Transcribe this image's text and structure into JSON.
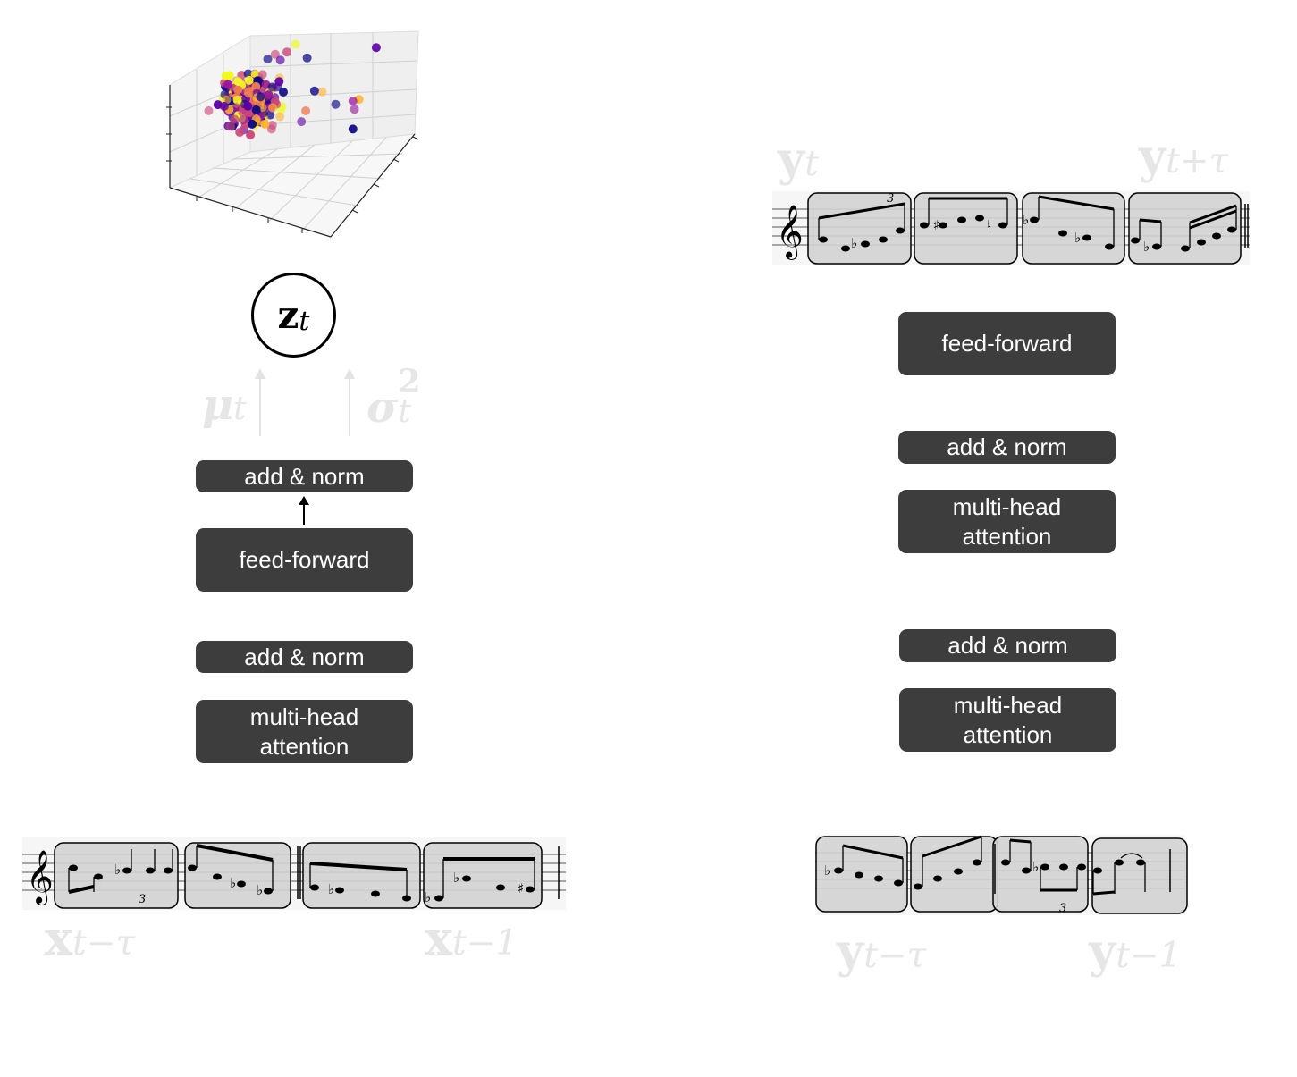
{
  "encoder": {
    "latent_symbol": "z",
    "latent_subscript": "t",
    "mu_symbol": "μ",
    "mu_subscript": "t",
    "sigma_symbol": "σ",
    "sigma_subscript": "t",
    "sigma_superscript": "2",
    "add_norm_top": "add & norm",
    "feed_forward": "feed-forward",
    "add_norm_bottom": "add & norm",
    "attention_line1": "multi-head",
    "attention_line2": "attention",
    "input_start_symbol": "x",
    "input_start_subscript": "t−τ",
    "input_end_symbol": "x",
    "input_end_subscript": "t−1"
  },
  "decoder": {
    "output_start_symbol": "y",
    "output_start_subscript": "t",
    "output_end_symbol": "y",
    "output_end_subscript": "t+τ",
    "feed_forward": "feed-forward",
    "add_norm_1": "add & norm",
    "attention1_line1": "multi-head",
    "attention1_line2": "attention",
    "add_norm_2": "add & norm",
    "attention2_line1": "multi-head",
    "attention2_line2": "attention",
    "input_start_symbol": "y",
    "input_start_subscript": "t−τ",
    "input_end_symbol": "y",
    "input_end_subscript": "t−1"
  },
  "colors": {
    "block": "#3d3d3d",
    "faded_symbol": "#e6e6e6",
    "bar_box": "#d3d3d3",
    "scatter_palette": [
      "#0d0887",
      "#5c01a6",
      "#9c179e",
      "#cc4778",
      "#ed7953",
      "#fdb42f",
      "#f0f921"
    ]
  }
}
